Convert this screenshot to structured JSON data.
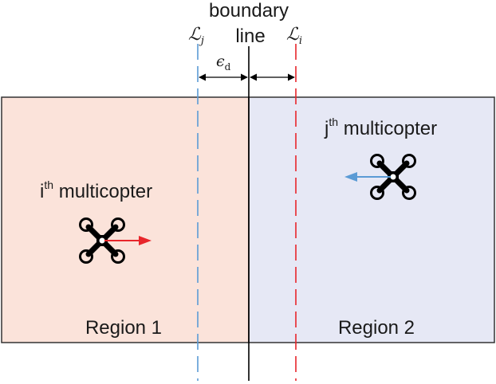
{
  "boundary": {
    "line1": "boundary",
    "line2": "line"
  },
  "markers": {
    "left_symbol": "ℒ",
    "left_subscript": "j",
    "right_symbol": "ℒ",
    "right_subscript": "i",
    "epsilon_symbol": "ϵ",
    "epsilon_subscript": "d"
  },
  "regions": {
    "region1": {
      "label": "Region 1",
      "fill": "#fbe3da"
    },
    "region2": {
      "label": "Region 2",
      "fill": "#e6e8f5"
    }
  },
  "agents": {
    "i": {
      "prefix": "i",
      "sup": "th",
      "name": " multicopter",
      "arrow_color": "#e8262b",
      "direction": "right"
    },
    "j": {
      "prefix": "j",
      "sup": "th",
      "name": " multicopter",
      "arrow_color": "#5b9bd5",
      "direction": "left"
    }
  },
  "colors": {
    "line_j": "#5b9bd5",
    "line_i": "#e8262b",
    "boundary": "#000000",
    "border": "#333333"
  }
}
